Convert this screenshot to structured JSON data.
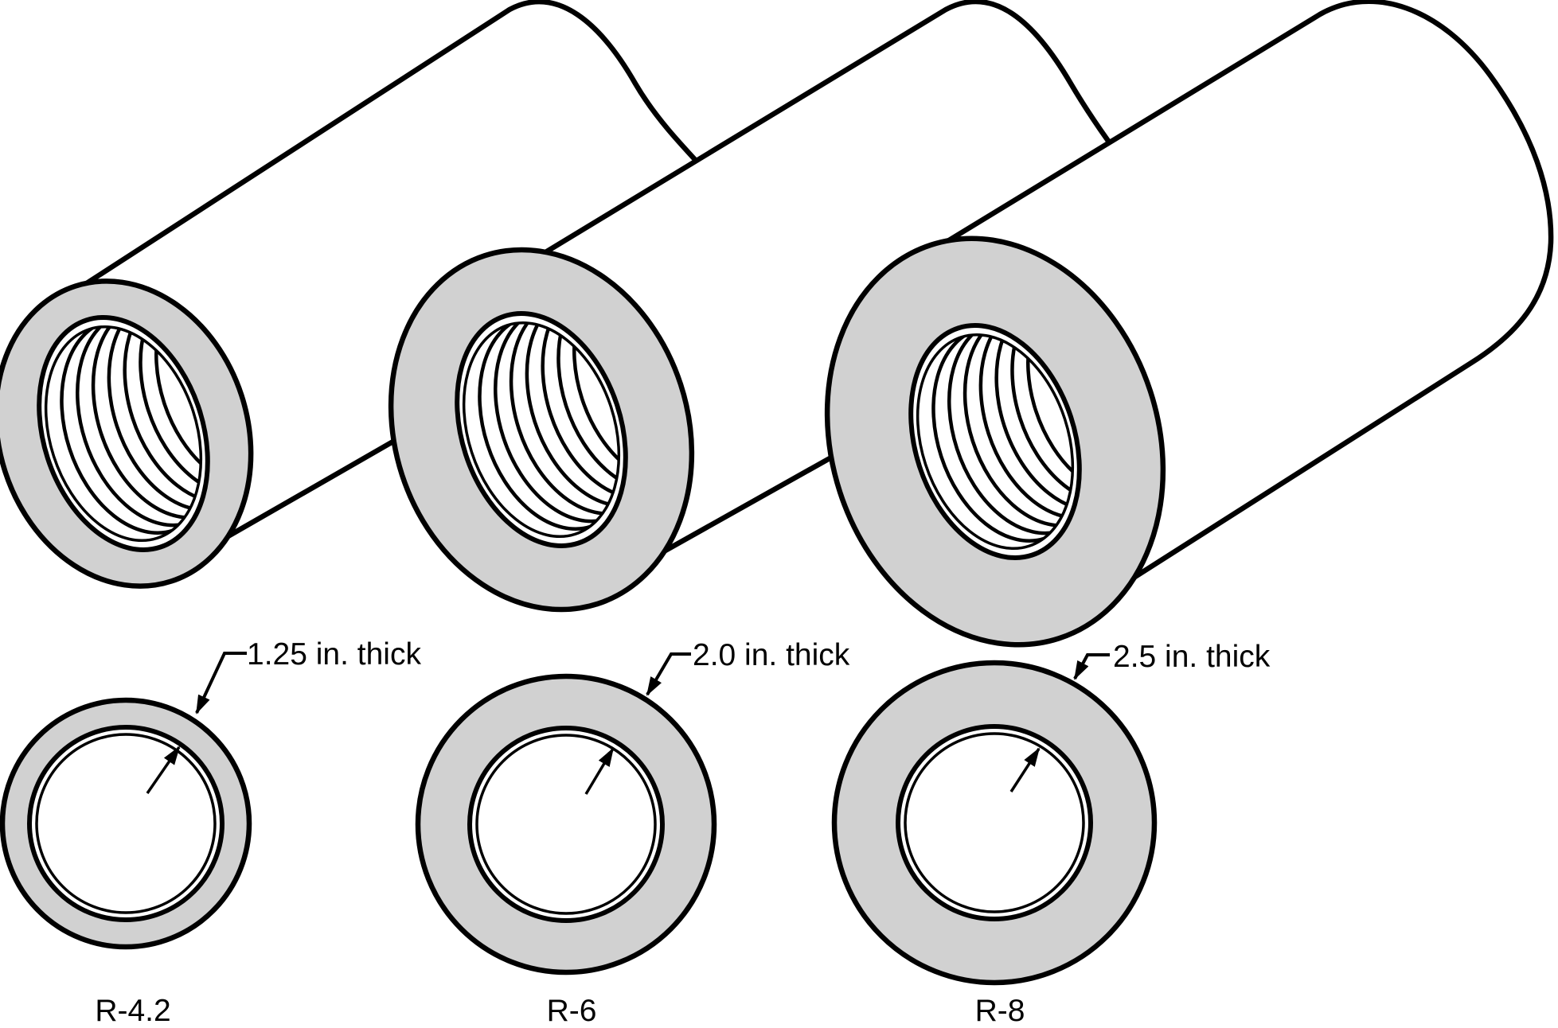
{
  "figure": {
    "description_label": "Three pipe insulation sleeves shown in 3D with threaded bores and matching cross sections",
    "colors": {
      "background": "#ffffff",
      "line": "#000000",
      "insulation_fill": "#d1d1d1"
    },
    "sections": [
      {
        "id": "r42",
        "thickness_label": "1.25 in. thick",
        "name_label": "R-4.2"
      },
      {
        "id": "r6",
        "thickness_label": "2.0 in. thick",
        "name_label": "R-6"
      },
      {
        "id": "r8",
        "thickness_label": "2.5 in. thick",
        "name_label": "R-8"
      }
    ]
  }
}
